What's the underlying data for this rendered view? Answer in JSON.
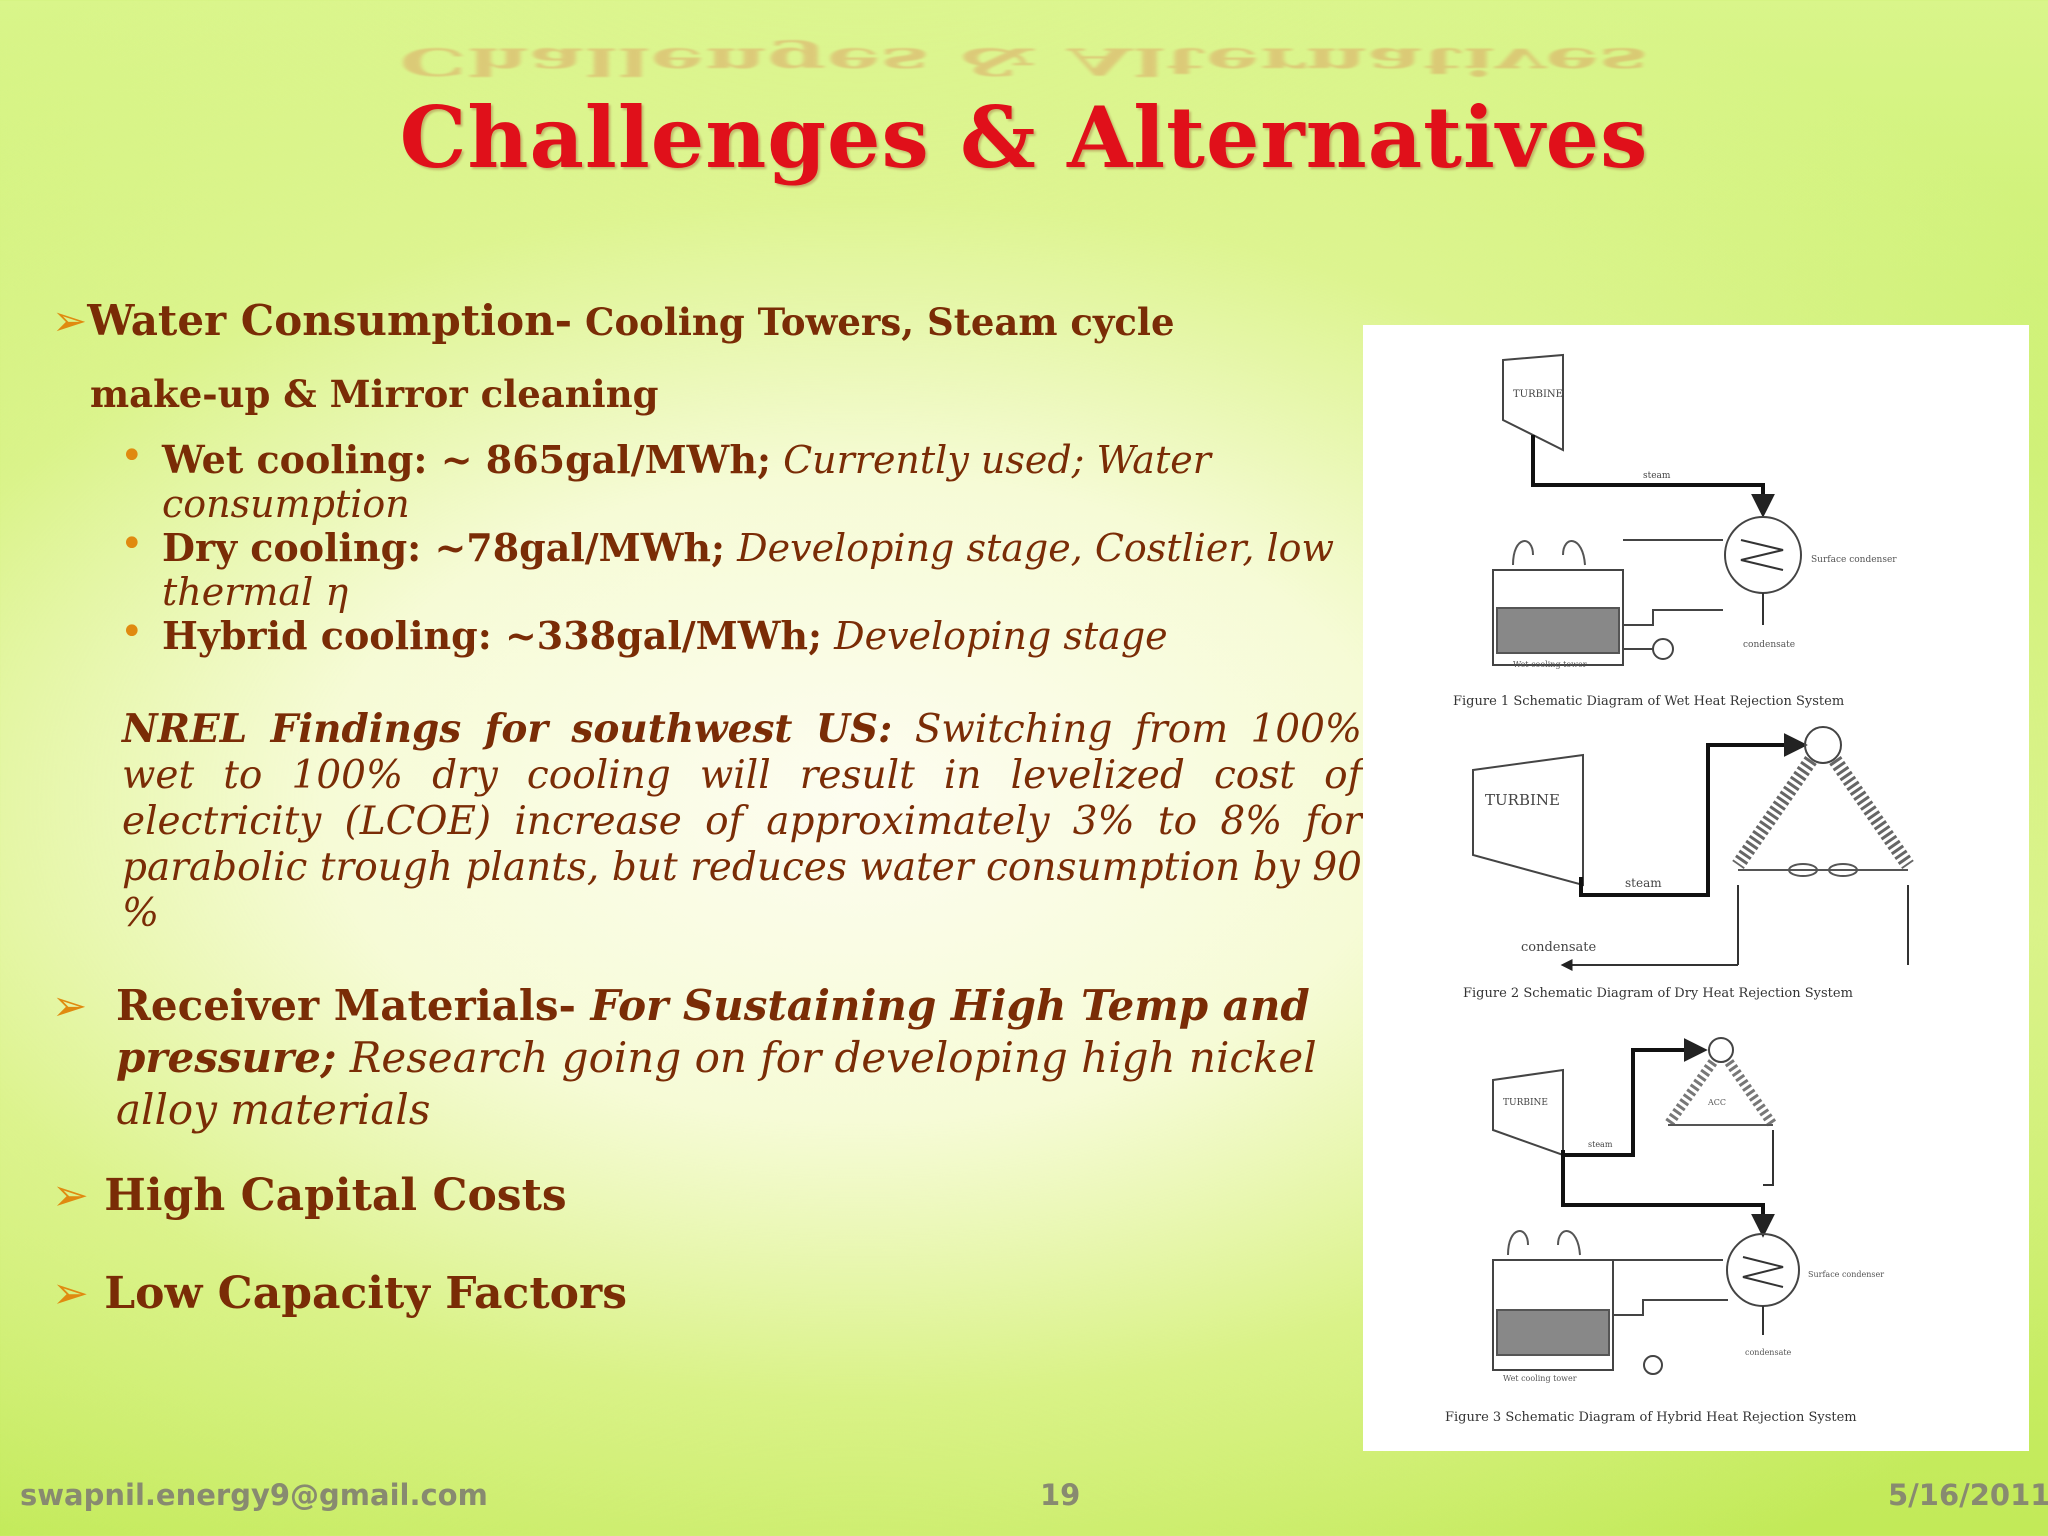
{
  "title": "Challenges & Alternatives",
  "water": {
    "heading": "Water Consumption-",
    "subheading": " Cooling Towers, Steam cycle",
    "line2": "make-up & Mirror cleaning",
    "bullets": [
      {
        "bold": "Wet cooling: ~ 865gal/MWh;",
        "italic": " Currently used; Water consumption"
      },
      {
        "bold": "Dry cooling: ~78gal/MWh;",
        "italic": " Developing stage, Costlier, low thermal η"
      },
      {
        "bold": "Hybrid cooling: ~338gal/MWh;",
        "italic": " Developing stage"
      }
    ],
    "nrel_bold": "NREL Findings for southwest US:",
    "nrel_text": " Switching from 100% wet to 100% dry cooling will result in levelized cost of electricity (LCOE) increase of approximately 3% to 8% for parabolic trough plants, but reduces water consumption by 90 %"
  },
  "receiver": {
    "heading": "Receiver Materials-",
    "bold_italic": " For Sustaining High Temp and pressure;",
    "italic": " Research going on for developing high nickel alloy materials"
  },
  "capital": "High Capital Costs",
  "capacity": "Low Capacity Factors",
  "figures": {
    "fig1": {
      "caption": "Figure 1  Schematic Diagram of Wet Heat Rejection System",
      "turbine": "TURBINE",
      "steam": "steam",
      "condenser": "Surface condenser",
      "condensate": "condensate",
      "tower": "Wet cooling tower"
    },
    "fig2": {
      "caption": "Figure 2  Schematic Diagram of Dry Heat Rejection System",
      "turbine": "TURBINE",
      "steam": "steam",
      "condensate": "condensate"
    },
    "fig3": {
      "caption": "Figure 3  Schematic Diagram of Hybrid Heat Rejection System",
      "turbine": "TURBINE",
      "steam": "steam",
      "acc": "ACC",
      "condenser": "Surface condenser",
      "condensate": "condensate",
      "tower": "Wet cooling tower"
    }
  },
  "footer": {
    "email": "swapnil.energy9@gmail.com",
    "page": "19",
    "date": "5/16/2011"
  },
  "colors": {
    "title": "#e0101a",
    "text": "#7a2c06",
    "arrow": "#e08a10"
  }
}
